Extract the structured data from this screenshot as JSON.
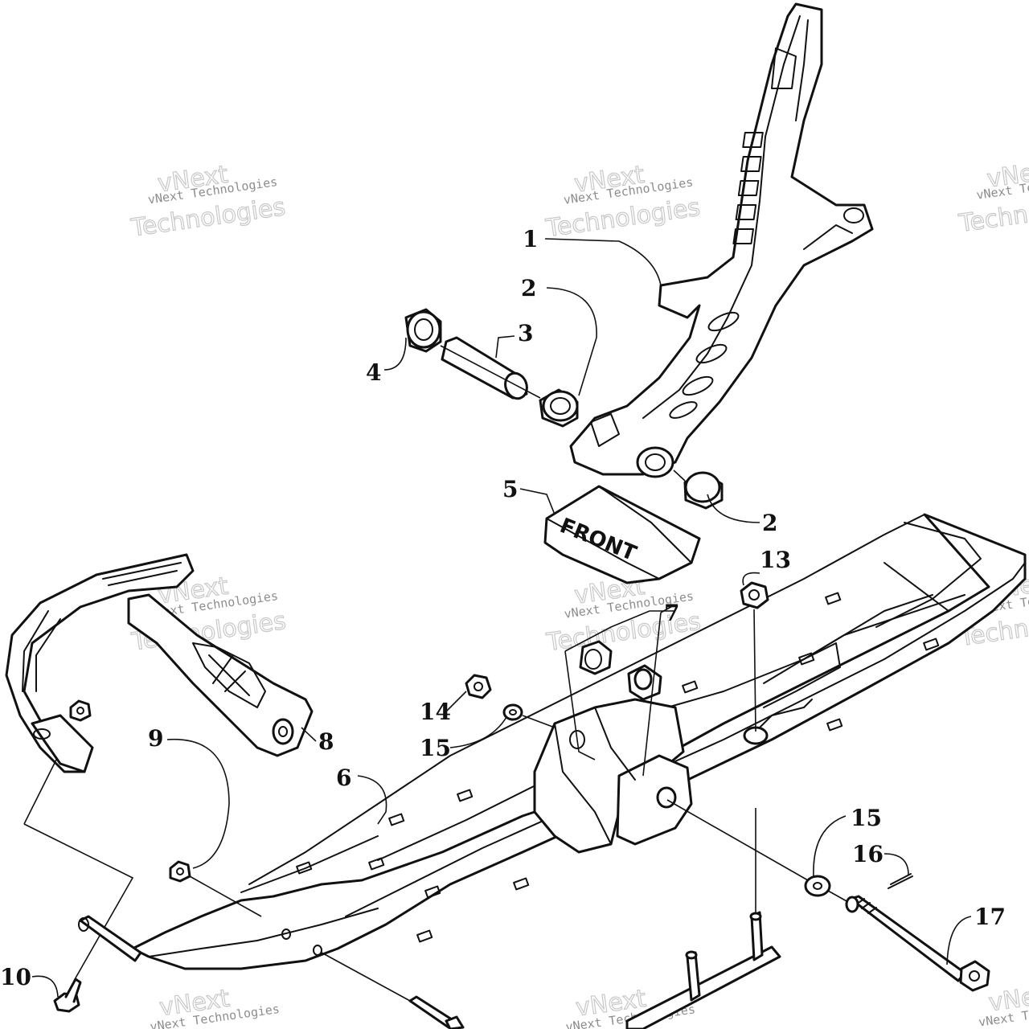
{
  "callouts": {
    "c1": "1",
    "c2a": "2",
    "c2b": "2",
    "c3": "3",
    "c4": "4",
    "c5": "5",
    "c6": "6",
    "c7": "7",
    "c8": "8",
    "c9": "9",
    "c10": "10",
    "c13": "13",
    "c14": "14",
    "c15a": "15",
    "c15b": "15",
    "c16": "16",
    "c17": "17"
  },
  "front_label": "FRONT",
  "watermark": {
    "line_small": "vNext Technologies",
    "line_big_a": "vNext",
    "line_big_b": "Technologies"
  }
}
